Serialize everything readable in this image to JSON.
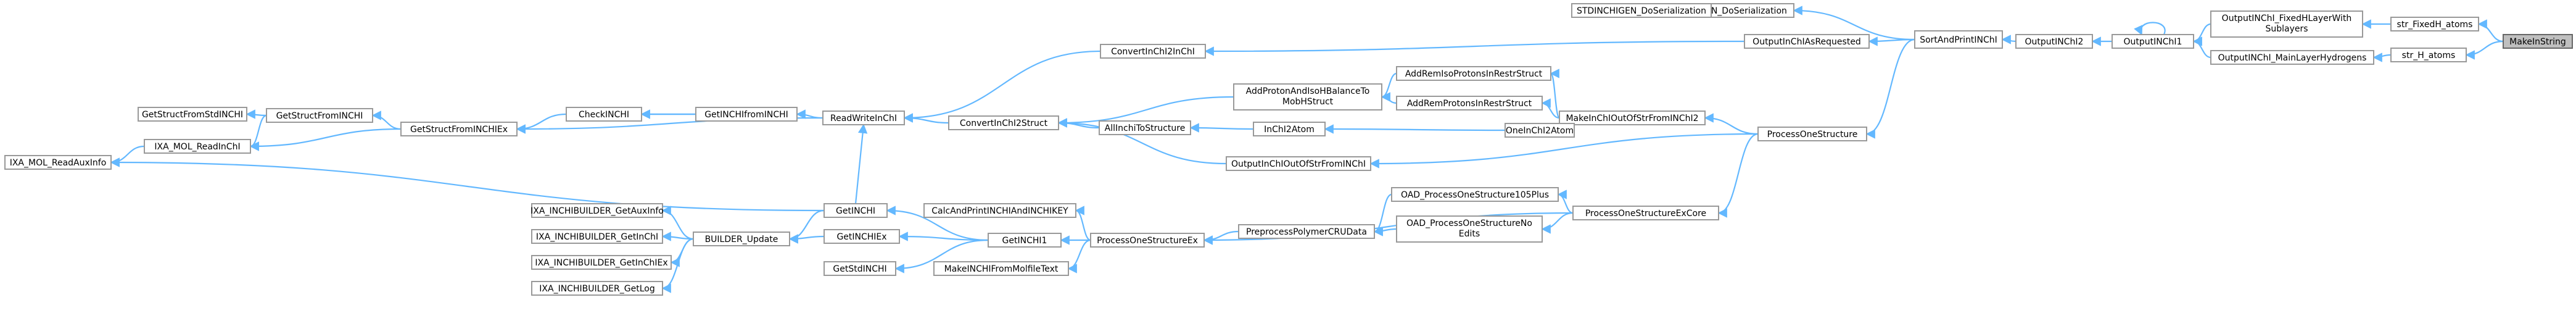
{
  "diagram": {
    "type": "call-graph",
    "root": "MakeInString",
    "colors": {
      "edge": "#63b8ff",
      "node_border": "#999999",
      "root_fill": "#bfbfbf"
    },
    "nodes": [
      {
        "id": "n1",
        "label": "MakeInString"
      },
      {
        "id": "n2",
        "label": "str_FixedH_atoms"
      },
      {
        "id": "n3",
        "label": "str_H_atoms"
      },
      {
        "id": "n4",
        "label": "OutputINChI_FixedHLayerWith",
        "label2": "Sublayers"
      },
      {
        "id": "n5",
        "label": "OutputINChI_MainLayerHydrogens"
      },
      {
        "id": "n6",
        "label": "OutputINChI1"
      },
      {
        "id": "n7",
        "label": "OutputINChI2"
      },
      {
        "id": "n8",
        "label": "SortAndPrintINChI"
      },
      {
        "id": "n9",
        "label": "INCHIGEN_DoSerialization"
      },
      {
        "id": "n10",
        "label": "STDINCHIGEN_DoSerialization"
      },
      {
        "id": "n11",
        "label": "OutputInChIAsRequested"
      },
      {
        "id": "n12",
        "label": "ConvertInChI2InChI"
      },
      {
        "id": "n13",
        "label": "ProcessOneStructure"
      },
      {
        "id": "n14",
        "label": "MakeInChIOutOfStrFromINChI2"
      },
      {
        "id": "n15",
        "label": "AddRemIsoProtonsInRestrStruct"
      },
      {
        "id": "n16",
        "label": "AddRemProtonsInRestrStruct"
      },
      {
        "id": "n17",
        "label": "OneInChI2Atom"
      },
      {
        "id": "n18",
        "label": "InChI2Atom"
      },
      {
        "id": "n19",
        "label": "AddProtonAndIsoHBalanceTo",
        "label2": "MobHStruct"
      },
      {
        "id": "n20",
        "label": "AllInchiToStructure"
      },
      {
        "id": "n21",
        "label": "OutputInChIOutOfStrFromINChI"
      },
      {
        "id": "n22",
        "label": "ConvertInChI2Struct"
      },
      {
        "id": "n23",
        "label": "ReadWriteInChI"
      },
      {
        "id": "n24",
        "label": "GetINCHIfromINCHI"
      },
      {
        "id": "n25",
        "label": "CheckINCHI"
      },
      {
        "id": "n26",
        "label": "GetStructFromINCHIEx"
      },
      {
        "id": "n27",
        "label": "GetStructFromINCHI"
      },
      {
        "id": "n28",
        "label": "GetStructFromStdINCHI"
      },
      {
        "id": "n29",
        "label": "IXA_MOL_ReadInChI"
      },
      {
        "id": "n30",
        "label": "IXA_MOL_ReadAuxInfo"
      },
      {
        "id": "n31",
        "label": "ProcessOneStructureExCore"
      },
      {
        "id": "n32",
        "label": "OAD_ProcessOneStructure105Plus"
      },
      {
        "id": "n33",
        "label": "OAD_ProcessOneStructureNo",
        "label2": "Edits"
      },
      {
        "id": "n34",
        "label": "PreprocessPolymerCRUData"
      },
      {
        "id": "n35",
        "label": "ProcessOneStructureEx"
      },
      {
        "id": "n36",
        "label": "CalcAndPrintINCHIAndINCHIKEY"
      },
      {
        "id": "n37",
        "label": "GetINCHI1"
      },
      {
        "id": "n38",
        "label": "MakeINCHIFromMolfileText"
      },
      {
        "id": "n39",
        "label": "GetINCHI"
      },
      {
        "id": "n40",
        "label": "GetINCHIEx"
      },
      {
        "id": "n41",
        "label": "GetStdINCHI"
      },
      {
        "id": "n42",
        "label": "BUILDER_Update"
      },
      {
        "id": "n43",
        "label": "IXA_INCHIBUILDER_GetAuxInfo"
      },
      {
        "id": "n44",
        "label": "IXA_INCHIBUILDER_GetInChI"
      },
      {
        "id": "n45",
        "label": "IXA_INCHIBUILDER_GetInChIEx"
      },
      {
        "id": "n46",
        "label": "IXA_INCHIBUILDER_GetLog"
      }
    ]
  }
}
